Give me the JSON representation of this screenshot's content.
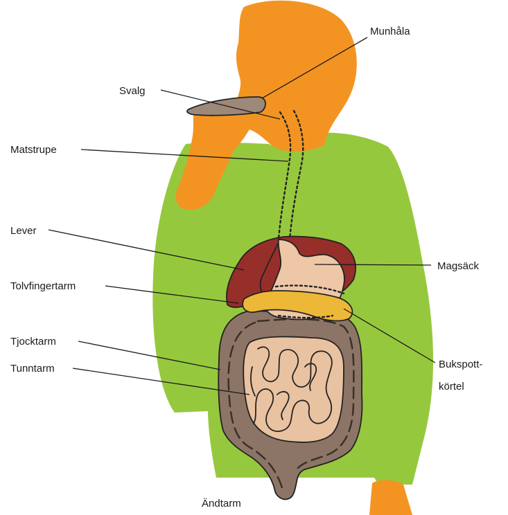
{
  "colors": {
    "skin": "#F39422",
    "shirt": "#96C83E",
    "liver": "#962E2A",
    "stomach": "#EDC7A6",
    "pancreas": "#EDB837",
    "intestine": "#8C7566",
    "small_intestine": "#E9C2A1",
    "tongue": "#9E8877"
  },
  "labels": {
    "munhala": "Munhåla",
    "svalg": "Svalg",
    "matstrupe": "Matstrupe",
    "lever": "Lever",
    "tolvfingertarm": "Tolvfingertarm",
    "tjocktarm": "Tjocktarm",
    "tunntarm": "Tunntarm",
    "magsack": "Magsäck",
    "bukspott_1": "Bukspott-",
    "bukspott_2": "körtel",
    "andtarm": "Ändtarm"
  }
}
